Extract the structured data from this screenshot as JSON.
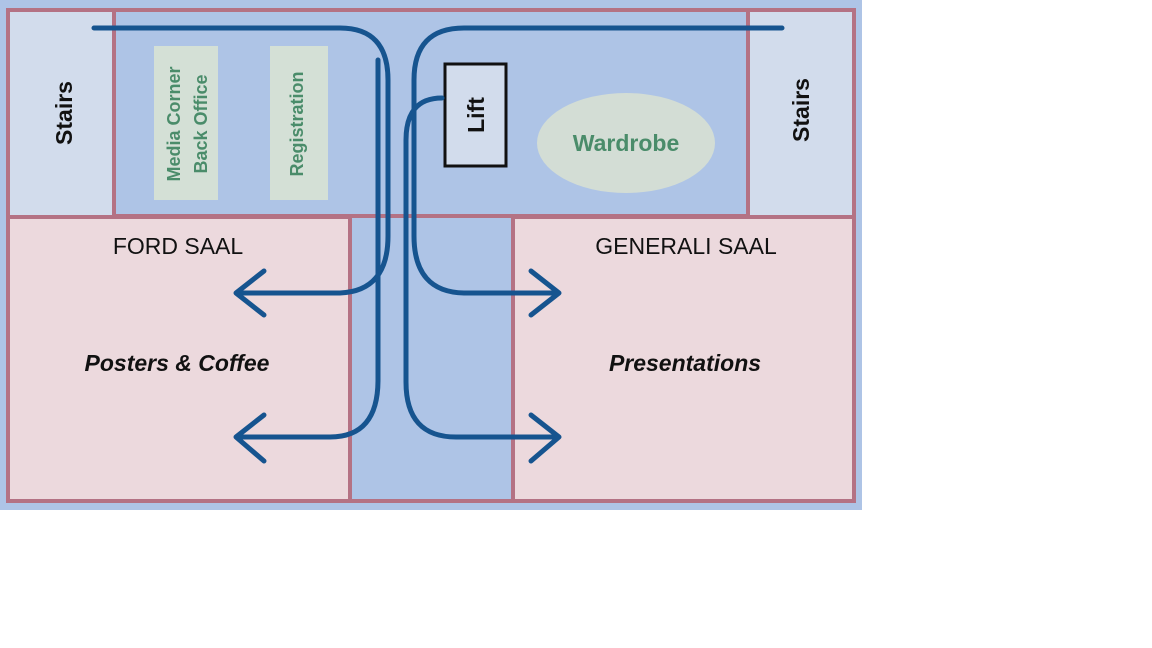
{
  "colors": {
    "background": "#ffffff",
    "floor": "#aec4e6",
    "stairs_fill": "#d2dcec",
    "hall_fill": "#ecd9dd",
    "wall": "#b47284",
    "route": "#16548f",
    "label_green": "#4a8c6a",
    "green_panel": "#d4e0d6",
    "wardrobe_fill": "#d3ddd5",
    "text_dark": "#111111"
  },
  "areas": {
    "stairs_left": "Stairs",
    "stairs_right": "Stairs",
    "media_corner": "Media Corner",
    "back_office": "Back Office",
    "registration": "Registration",
    "lift": "Lift",
    "wardrobe": "Wardrobe"
  },
  "halls": {
    "left": {
      "name": "FORD SAAL",
      "use": "Posters & Coffee"
    },
    "right": {
      "name": "GENERALI SAAL",
      "use": "Presentations"
    }
  },
  "icons": {
    "routes": "route-arrow-icon"
  }
}
